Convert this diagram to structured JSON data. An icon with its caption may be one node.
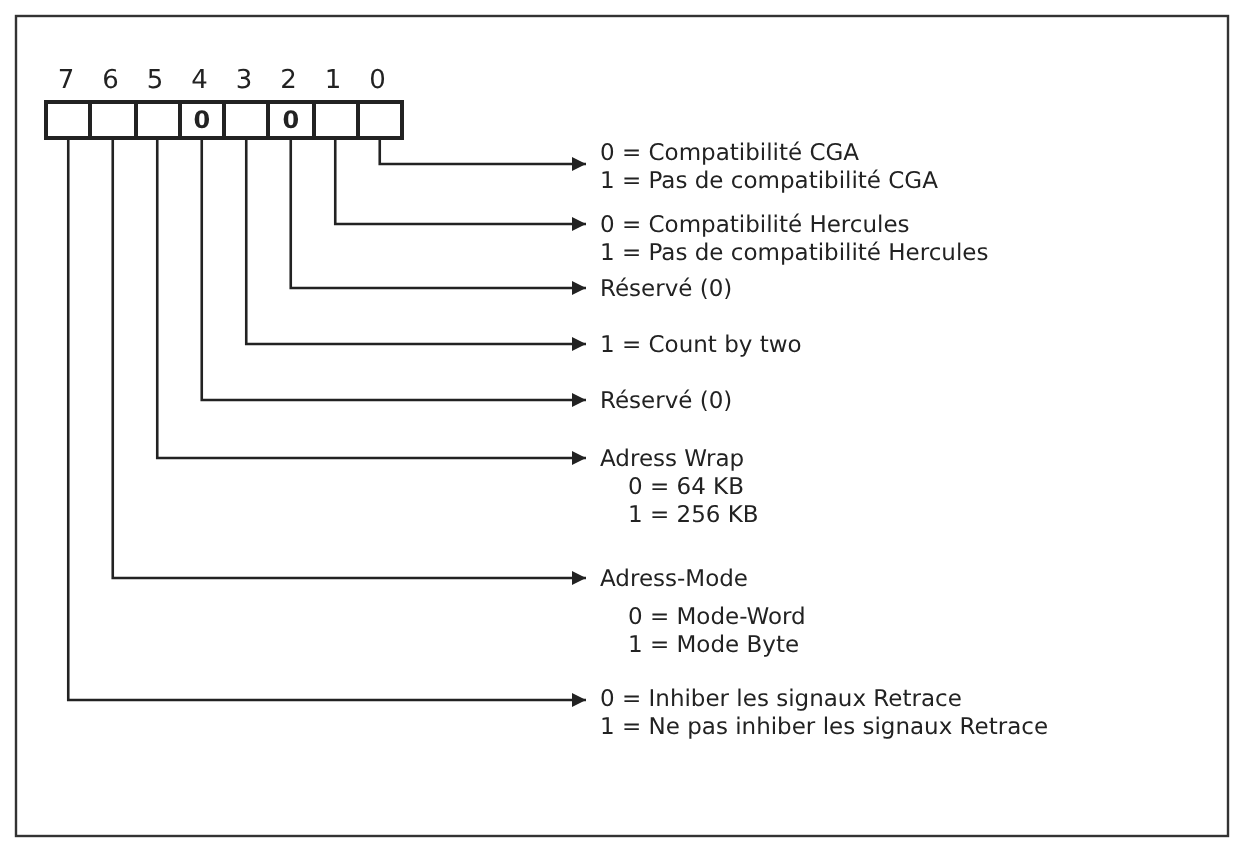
{
  "diagram": {
    "nodes": [
      {
        "text": [
          "7"
        ]
      },
      {
        "text": [
          "6"
        ]
      },
      {
        "text": [
          "5"
        ]
      },
      {
        "text": [
          "4",
          "0"
        ]
      },
      {
        "text": [
          "3"
        ]
      },
      {
        "text": [
          "2",
          "0"
        ]
      },
      {
        "text": [
          "1"
        ]
      },
      {
        "text": [
          "0"
        ]
      },
      {
        "text": [
          "0 = Compatibilité CGA",
          "1 = Pas de compatibilité CGA"
        ]
      },
      {
        "text": [
          "0 = Compatibilité Hercules",
          "1 = Pas de compatibilité Hercules"
        ]
      },
      {
        "text": [
          "Réservé (0)"
        ]
      },
      {
        "text": [
          "1 = Count by two"
        ]
      },
      {
        "text": [
          "Réservé (0)"
        ]
      },
      {
        "text": [
          "Adress Wrap",
          "0 = 64 KB",
          "1 = 256 KB"
        ]
      },
      {
        "text": [
          "Adress-Mode",
          "0 = Mode-Word",
          "1 = Mode Byte"
        ]
      },
      {
        "text": [
          "0 = Inhiber les signaux Retrace",
          "1 = Ne pas inhiber les signaux Retrace"
        ]
      }
    ],
    "edges": [
      {
        "from": 7,
        "to": 8,
        "arrow": "to"
      },
      {
        "from": 6,
        "to": 9,
        "arrow": "to"
      },
      {
        "from": 5,
        "to": 10,
        "arrow": "to"
      },
      {
        "from": 4,
        "to": 11,
        "arrow": "to"
      },
      {
        "from": 3,
        "to": 12,
        "arrow": "to"
      },
      {
        "from": 2,
        "to": 13,
        "arrow": "to"
      },
      {
        "from": 1,
        "to": 14,
        "arrow": "to"
      },
      {
        "from": 0,
        "to": 15,
        "arrow": "to"
      }
    ]
  }
}
